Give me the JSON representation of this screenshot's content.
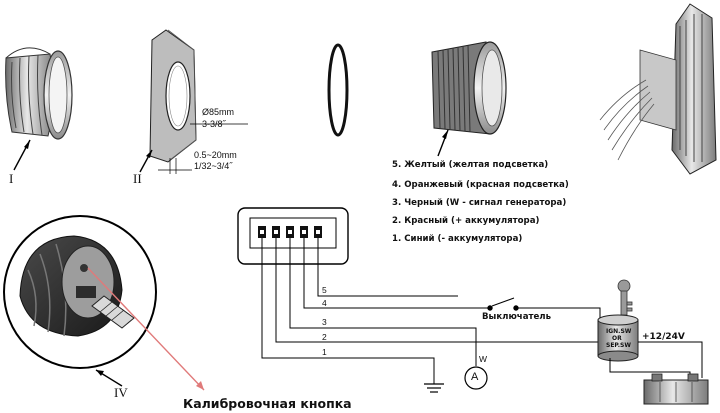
{
  "views": {
    "view1_label": "I",
    "view2_label": "II",
    "view4_label": "IV"
  },
  "dimensions": {
    "hole_diameter": "Ø85mm",
    "hole_diameter_inch": "3-3/8˝",
    "panel_thickness": "0.5~20mm",
    "panel_thickness_inch": "1/32~3/4˝"
  },
  "wire_legend": [
    "5. Желтый (желтая подсветка)",
    "4. Оранжевый  (красная подсветка)",
    "3. Черный (W - сигнал генератора)",
    "2. Красный (+ аккумулятора)",
    "1. Синий (- аккумулятора)"
  ],
  "wire_numbers": [
    "5",
    "4",
    "3",
    "2",
    "1"
  ],
  "w_label": "W",
  "ammeter_symbol": "A",
  "switch_label": "Выключатель",
  "ignition_labels": [
    "IGN.SW",
    "OR",
    "SEP.SW"
  ],
  "supply_label": "+12/24V",
  "calibration_label": "Калибровочная кнопка"
}
